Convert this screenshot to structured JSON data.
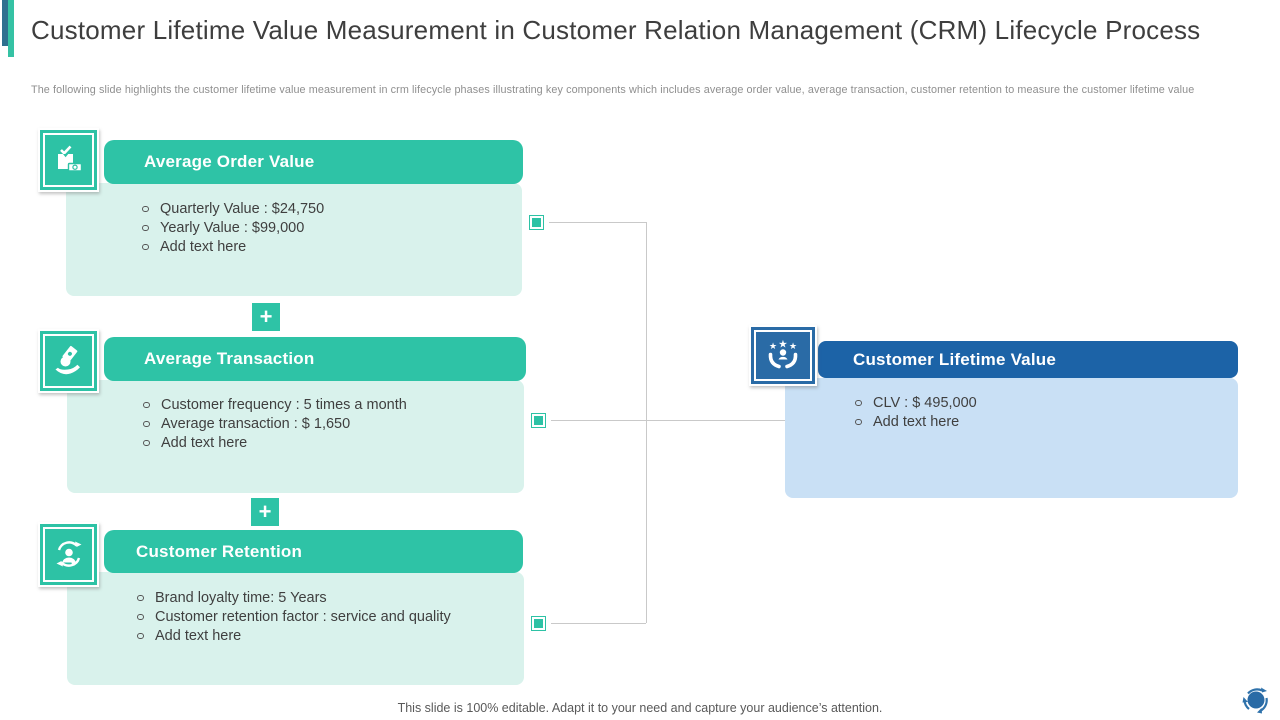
{
  "slide": {
    "title": "Customer Lifetime Value Measurement in Customer Relation Management (CRM) Lifecycle Process",
    "subtitle": "The following slide highlights the customer lifetime value measurement in  crm lifecycle phases illustrating key components which includes average order value, average transaction, customer retention to measure the customer lifetime value",
    "footer": "This slide is 100% editable. Adapt it to your need and capture your audience’s attention."
  },
  "colors": {
    "teal": "#2EC3A6",
    "teal_light": "#D9F2EC",
    "blue_header": "#1C63A7",
    "blue_tile": "#2A6BA6",
    "blue_light": "#C9E0F5",
    "accent_bar_dark": "#2E708F",
    "connector_gray": "#C9C9C9"
  },
  "plus_label": "+",
  "icons": {
    "box1": "package-check-money-icon",
    "box2": "hand-money-icon",
    "box3": "customer-retention-icon",
    "result": "customer-care-stars-icon",
    "logo": "cycle-logo-icon"
  },
  "boxes": [
    {
      "title": "Average Order Value",
      "bullets": [
        "Quarterly Value : $24,750",
        "Yearly Value : $99,000",
        "Add text here"
      ]
    },
    {
      "title": "Average Transaction",
      "bullets": [
        "Customer frequency : 5 times a month",
        "Average transaction : $ 1,650",
        "Add text here"
      ]
    },
    {
      "title": "Customer Retention",
      "bullets": [
        "Brand loyalty time: 5 Years",
        "Customer retention factor : service and quality",
        "Add text here"
      ]
    }
  ],
  "result_box": {
    "title": "Customer Lifetime Value",
    "bullets": [
      "CLV : $ 495,000",
      "Add text here"
    ]
  }
}
